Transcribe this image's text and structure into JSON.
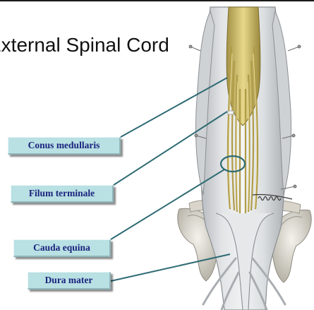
{
  "slide": {
    "title": "External Spinal Cord"
  },
  "labels": {
    "conus_medullaris": "Conus medullaris",
    "filum_terminale": "Filum terminale",
    "cauda_equina": "Cauda equina",
    "dura_mater": "Dura mater"
  },
  "colors": {
    "label_fill": "#b9e0e3",
    "label_text": "#1a237e",
    "leader_line": "#2e6b73"
  }
}
